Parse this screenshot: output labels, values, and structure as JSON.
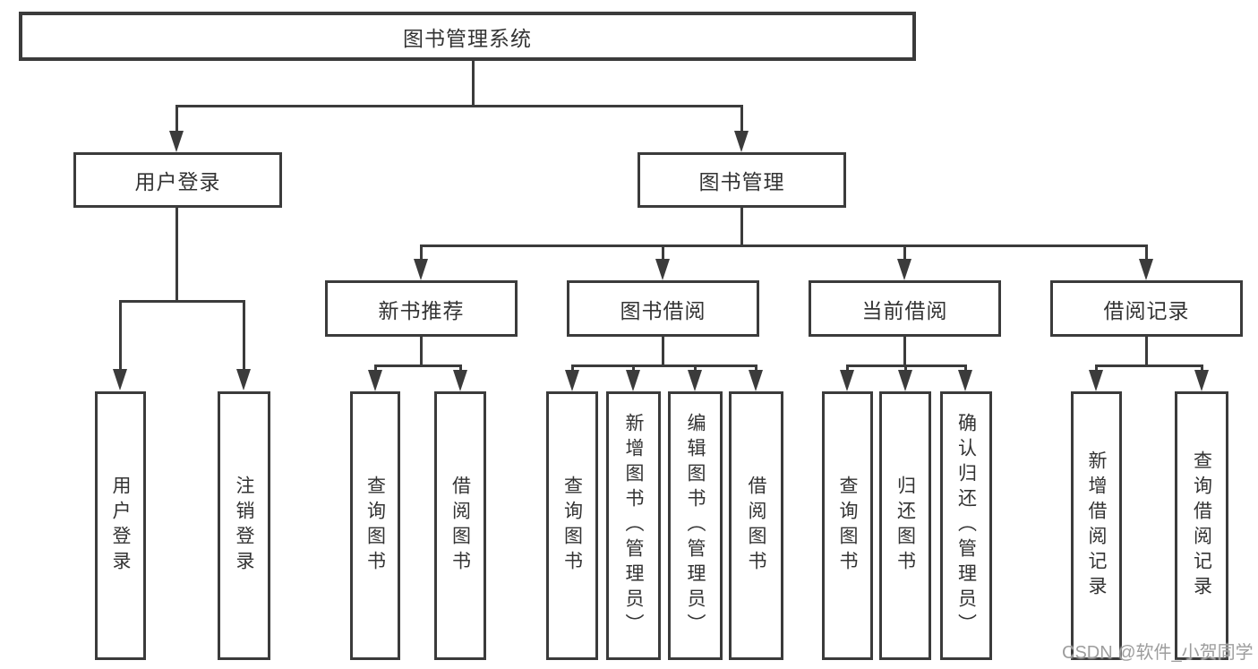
{
  "tree": {
    "root": "图书管理系统",
    "branches": [
      {
        "label": "用户登录",
        "children": [
          "用户登录",
          "注销登录"
        ]
      },
      {
        "label": "图书管理",
        "groups": [
          {
            "label": "新书推荐",
            "children": [
              "查询图书",
              "借阅图书"
            ]
          },
          {
            "label": "图书借阅",
            "children": [
              "查询图书",
              "新增图书（管理员）",
              "编辑图书（管理员）",
              "借阅图书"
            ]
          },
          {
            "label": "当前借阅",
            "children": [
              "查询图书",
              "归还图书",
              "确认归还（管理员）"
            ]
          },
          {
            "label": "借阅记录",
            "children": [
              "新增借阅记录",
              "查询借阅记录"
            ]
          }
        ]
      }
    ]
  },
  "watermark": {
    "text": "CSDN @软件_小贺同学"
  },
  "colors": {
    "line": "#3b3b3b",
    "text": "#333333",
    "watermark": "#9d9d9d",
    "background": "#ffffff"
  }
}
